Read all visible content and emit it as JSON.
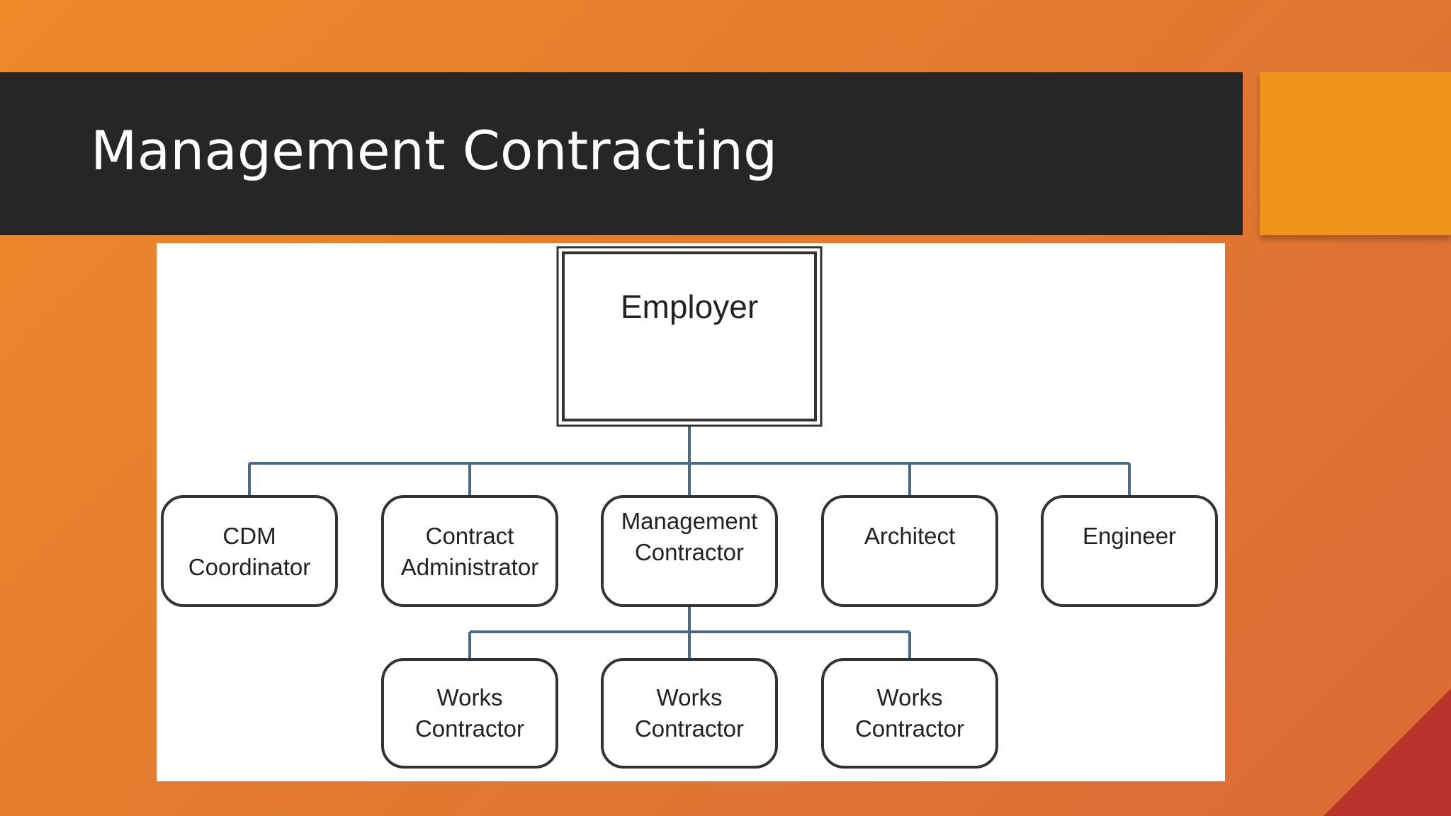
{
  "slide": {
    "title": "Management Contracting"
  },
  "colors": {
    "background": "#e57c2d",
    "title_bar": "#262626",
    "accent": "#ef951b",
    "connector": "#4a6a8a"
  },
  "diagram": {
    "root": "Employer",
    "level1": [
      "CDM\nCoordinator",
      "Contract\nAdministrator",
      "Management\nContractor",
      "Architect",
      "Engineer"
    ],
    "level2": [
      "Works\nContractor",
      "Works\nContractor",
      "Works\nContractor"
    ]
  }
}
